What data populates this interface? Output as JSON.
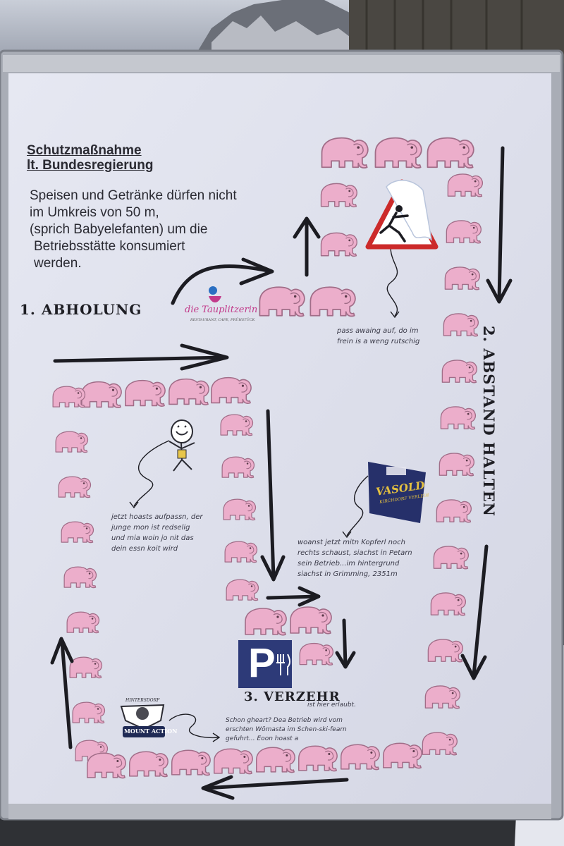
{
  "sign": {
    "heading_line1": "Schutzmaßnahme",
    "heading_line2": "lt. Bundesregierung",
    "body_lines": [
      "Speisen und Getränke dürfen nicht",
      "im Umkreis von 50 m,",
      "(sprich Babyelefanten) um die",
      "Betriebsstätte konsumiert",
      "werden."
    ],
    "step1": "1. ABHOLUNG",
    "step2": "2. ABSTAND HALTEN",
    "step3": "3. VERZEHR",
    "step3_sub": "ist hier erlaubt.",
    "note_slippery": [
      "pass awaing auf, do im",
      "frein is a weng rutschig"
    ],
    "note_guy": [
      "jetzt hoasts aufpassn, der",
      "junge mon ist redselig",
      "und mia woin jo nit das",
      "dein essn koit wird"
    ],
    "note_view": [
      "woanst jetzt mitn Kopferl noch",
      "rechts schaust, siachst in Petarn",
      "sein Betrieb...im hintergrund",
      "siachst in Grimming, 2351m"
    ],
    "note_bottom": [
      "Schon gheart? Dea Betrieb wird vom",
      "erschten Wömasta im Schen-ski-fearn",
      "gefuhrt... Eoon hoast a"
    ],
    "logo_tauplitzerin": "die Tauplitzerin",
    "logo_tauplitzerin_sub": "RESTAURANT, CAFE, FRÜHSTÜCK",
    "logo_vasold": "VASOLD",
    "logo_vasold_sub": "KIRCHDORF VERLEIH",
    "logo_mount_top": "HINTERSDORF",
    "logo_mount": "MOUNT ACTION",
    "parking_letter": "P"
  },
  "colors": {
    "elephant": "#ecaecb",
    "elephant_outline": "#a16d88",
    "arrow": "#1c1c22",
    "parking": "#2d3a78",
    "sign_bg": "#e8e9f1",
    "vasold": "#26306a",
    "vasold_text": "#e4c040",
    "warning_red": "#cc2a2a"
  },
  "icons": [
    "elephant-icon",
    "warning-sign-icon",
    "stick-figure-icon",
    "parking-icon",
    "vasold-logo-icon",
    "mount-action-logo-icon",
    "tauplitzerin-logo-icon"
  ]
}
